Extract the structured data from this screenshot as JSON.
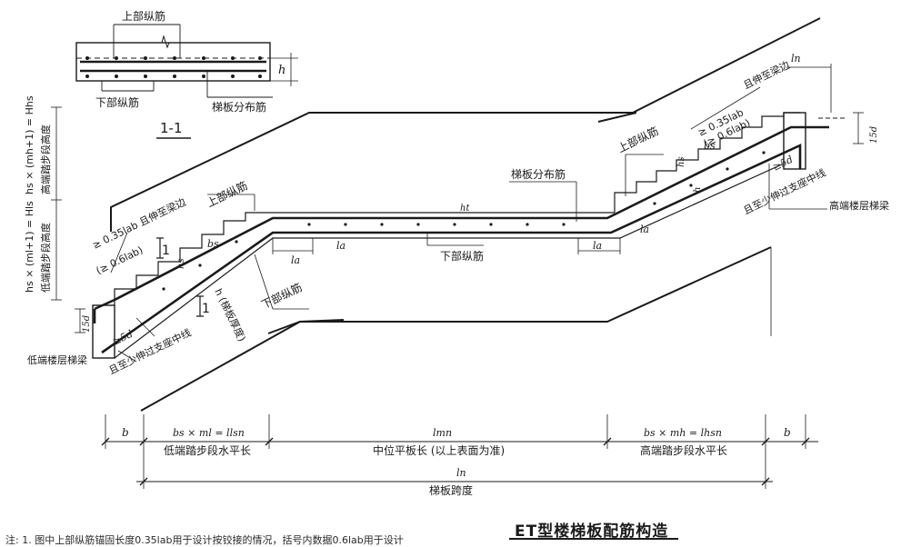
{
  "section": {
    "top_label": "上部纵筋",
    "bottom_label": "下部纵筋",
    "dist_label": "梯板分布筋",
    "h_label": "h",
    "cut_label": "1-1"
  },
  "left_height": {
    "formula": "hs × (ml+1) = Hls",
    "desc": "低端踏步段高度"
  },
  "right_height": {
    "formula": "hs × (mh+1) = Hhs",
    "desc": "高端踏步段高度"
  },
  "labels": {
    "anchor_left_1": "≥ 0.35lab 且伸至梁边",
    "anchor_left_2": "(≥ 0.6lab)",
    "anchor_right_1": "≥ 0.35lab",
    "anchor_right_2": "(≥ 0.6lab)",
    "anchor_right_3": "且伸至梁边",
    "upper_left": "上部纵筋",
    "lower_left": "下部纵筋",
    "upper_right": "上部纵筋",
    "dist": "梯板分布筋",
    "lower_mid": "下部纵筋",
    "thickness": "h (梯板厚度)",
    "cut_mark": "1",
    "ge5d": "≥5d",
    "ext_left": "且至少伸过支座中线",
    "ext_right": "且至少伸过支座中线",
    "beam_left": "低端楼层梯梁",
    "beam_right": "高端楼层梯梁",
    "d15": "15d",
    "ln_lbl": "ln",
    "la": "la",
    "lt": "ht",
    "bs": "bs",
    "hs": "hs",
    "h": "h"
  },
  "dims": {
    "b": "b",
    "seg1_top": "bs × ml = llsn",
    "seg1_bottom": "低端踏步段水平长",
    "seg2_top": "lmn",
    "seg2_bottom": "中位平板长 (以上表面为准)",
    "seg3_top": "bs × mh = lhsn",
    "seg3_bottom": "高端踏步段水平长",
    "span_top": "ln",
    "span_bottom": "梯板跨度"
  },
  "title": "ET型楼梯板配筋构造",
  "note": "注: 1. 图中上部纵筋锚固长度0.35lab用于设计按铰接的情况，括号内数据0.6lab用于设计"
}
